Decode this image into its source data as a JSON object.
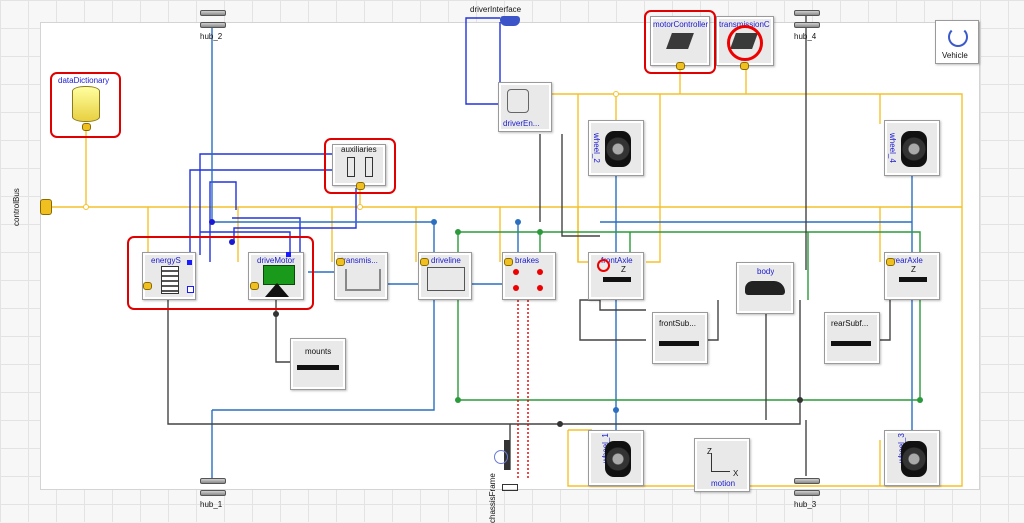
{
  "model": {
    "title": "Vehicle",
    "control_bus": "controlBus",
    "driver_interface": "driverInterface",
    "chassis_frame": "chassisFrame",
    "hubs": [
      "hub_2",
      "hub_4",
      "hub_1",
      "hub_3"
    ]
  },
  "blocks": {
    "data_dictionary": "dataDictionary",
    "auxiliaries": "auxiliaries",
    "energy_storage": "energyS",
    "drive_motor": "driveMotor",
    "transmission": "transmis...",
    "driveline": "driveline",
    "brakes": "brakes",
    "front_axle": "frontAxle",
    "body": "body",
    "rear_axle": "rearAxle",
    "front_subframe": "frontSub...",
    "rear_subframe": "rearSubf...",
    "mounts": "mounts",
    "driver_env": "driverEn...",
    "motor_controller": "motorController",
    "transmission_controller": "transmissionC",
    "wheel_2": "wheel_2",
    "wheel_4": "wheel_4",
    "wheel_1": "wheel_1",
    "wheel_3": "wheel_3",
    "motion": "motion",
    "z_axis": "Z",
    "x_axis": "X"
  },
  "colors": {
    "signal_bus": "#f6c12a",
    "electrical": "#2233dd",
    "mechanical": "#333333",
    "rotational": "#2a6fc0",
    "translational": "#2a9a3a",
    "highlight": "#e00000"
  }
}
